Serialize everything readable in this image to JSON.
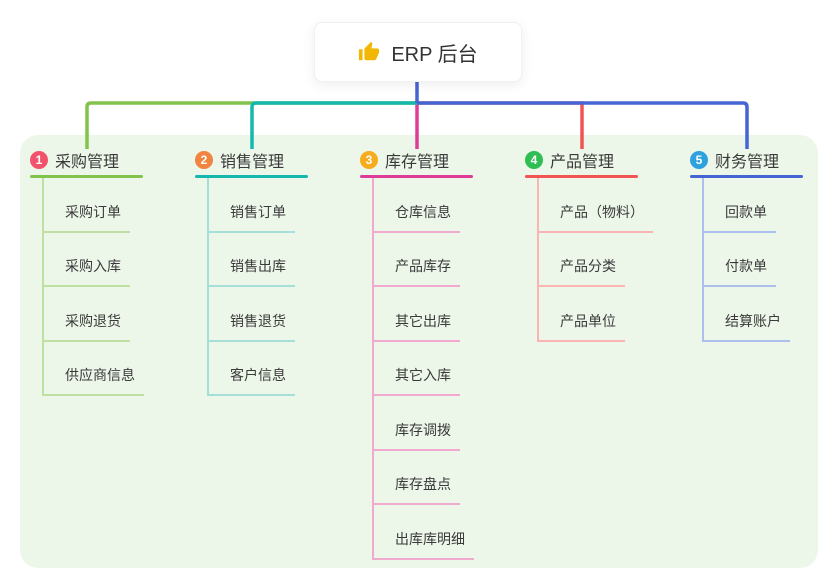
{
  "root": {
    "label": "ERP 后台"
  },
  "branches": [
    {
      "number": "1",
      "label": "采购管理",
      "circle_color": "#F0536B",
      "line_color": "#82C34C",
      "light_color": "#BFE0A3",
      "children": [
        "采购订单",
        "采购入库",
        "采购退货",
        "供应商信息"
      ]
    },
    {
      "number": "2",
      "label": "销售管理",
      "circle_color": "#F08440",
      "line_color": "#14B8AC",
      "light_color": "#A5E0D8",
      "children": [
        "销售订单",
        "销售出库",
        "销售退货",
        "客户信息"
      ]
    },
    {
      "number": "3",
      "label": "库存管理",
      "circle_color": "#F7AC1E",
      "line_color": "#DE3C96",
      "light_color": "#F2A9D0",
      "children": [
        "仓库信息",
        "产品库存",
        "其它出库",
        "其它入库",
        "库存调拨",
        "库存盘点",
        "出库库明细"
      ]
    },
    {
      "number": "4",
      "label": "产品管理",
      "circle_color": "#2FBE54",
      "line_color": "#F25353",
      "light_color": "#FAB5B2",
      "children": [
        "产品（物料）",
        "产品分类",
        "产品单位"
      ]
    },
    {
      "number": "5",
      "label": "财务管理",
      "circle_color": "#2EA2DE",
      "line_color": "#4565D4",
      "light_color": "#ADC0EC",
      "children": [
        "回款单",
        "付款单",
        "结算账户"
      ]
    }
  ],
  "colors": {
    "panel_bg": "#EDF7E9",
    "root_connector": "#4565D4",
    "thumb_icon": "#F2B705",
    "text": "#3A3A3A"
  }
}
